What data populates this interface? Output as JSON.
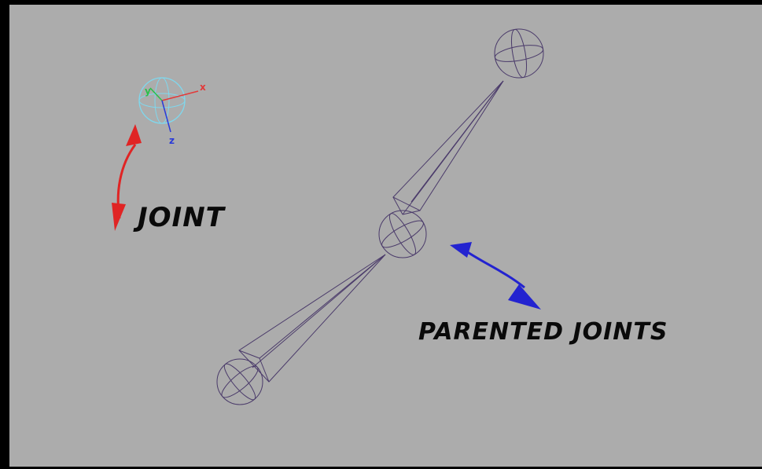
{
  "labels": {
    "joint": "JOINT",
    "parented_joints": "PARENTED JOINTS"
  },
  "axis_gizmo": {
    "x": "x",
    "y": "y",
    "z": "z"
  },
  "colors": {
    "viewport_background": "#acacac",
    "frame": "#000000",
    "bone_wireframe": "#4a3a6a",
    "gizmo_circle": "#7fd8ee",
    "axis_x": "#e23a3a",
    "axis_y": "#2bbf4a",
    "axis_z": "#2a3ad8",
    "joint_arrow": "#e02424",
    "parented_arrow": "#2323d0",
    "caption_text": "#0a0a0a"
  },
  "icons": {
    "axis_gizmo": "xyz-axis-gizmo-icon",
    "joint_arrow": "curved-double-arrow-icon",
    "parented_arrow": "curved-double-arrow-icon"
  }
}
